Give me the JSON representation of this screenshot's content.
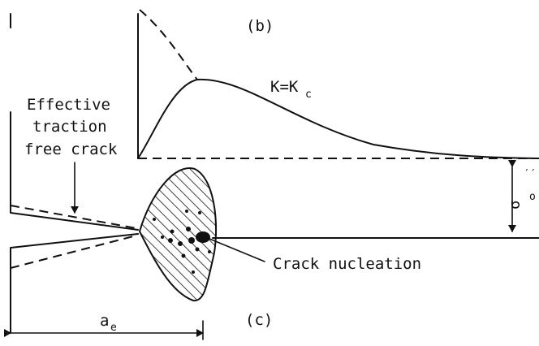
{
  "labels": {
    "panel_b": "(b)",
    "panel_c": "(c)",
    "kc_main": "K=K",
    "kc_sub": "c",
    "effective_line1": "Effective",
    "effective_line2": "traction",
    "effective_line3": "free crack",
    "sigma_main": "σ",
    "sigma_sub": "o",
    "sigma_primes": "′′",
    "crack_nucleation": "Crack nucleation",
    "ae_main": "a",
    "ae_sub": "e"
  },
  "colors": {
    "ink": "#111111",
    "paper": "#ffffff"
  }
}
